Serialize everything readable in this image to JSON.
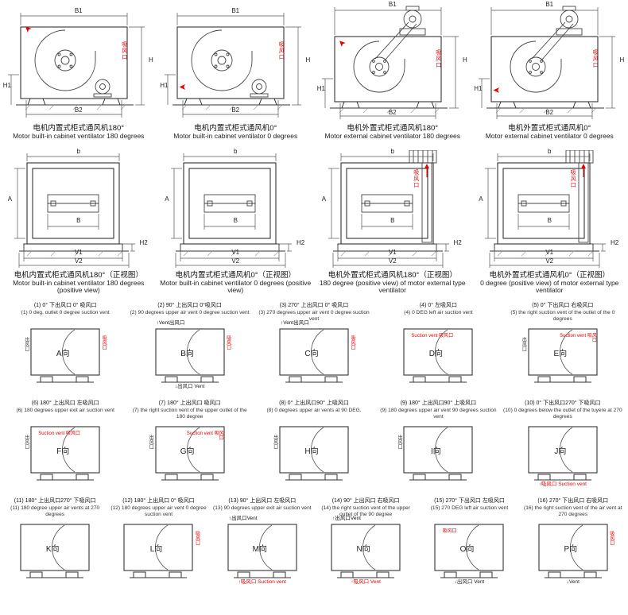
{
  "colors": {
    "accent_red": "#e60000",
    "line": "#333333",
    "background": "#ffffff"
  },
  "icons": {
    "red_arrow": "➤"
  },
  "row1": {
    "dims": {
      "top": "B1",
      "bottom": "B2",
      "right": "H",
      "left": "H1"
    },
    "suction_label": "吸风口",
    "panels": [
      {
        "cap_cn": "电机内置式柜式通风机180°",
        "cap_en": "Motor built-in cabinet ventilator 180 degrees"
      },
      {
        "cap_cn": "电机内置式柜式通风机0°",
        "cap_en": "Motor built-in cabinet ventilator 0 degrees"
      },
      {
        "cap_cn": "电机外置式柜式通风机180°",
        "cap_en": "Motor external cabinet ventilator 180 degrees"
      },
      {
        "cap_cn": "电机外置式柜式通风机0°",
        "cap_en": "Motor external cabinet ventilator 0 degrees"
      }
    ]
  },
  "row2": {
    "dims": {
      "top": "b",
      "left": "A",
      "inner": "B",
      "v1": "V1",
      "v2": "V2",
      "right": "H2"
    },
    "suction_label": "吸风口",
    "panels": [
      {
        "cap_cn": "电机内置式柜式通风机180°（正视图）",
        "cap_en": "Motor built-in cabinet ventilator 180 degrees (positive view)"
      },
      {
        "cap_cn": "电机内置式柜式通风机0°（正视图）",
        "cap_en": "Motor built-in cabinet ventilator 0 degrees (positive view)"
      },
      {
        "cap_cn": "电机外置式柜式通风机180°（正视图）",
        "cap_en": "180 degree (positive view) of motor external type ventilator"
      },
      {
        "cap_cn": "电机外置式柜式通风机0°（正视图）",
        "cap_en": "0 degree (positive view) of motor external type ventilator"
      }
    ]
  },
  "orientations": [
    {
      "cap_cn": "(1) 0° 下出风口 0° 吸风口",
      "cap_en": "(1) 0 deg. outlet 0 degree suction vent",
      "label": "A向",
      "left_v": "出风口",
      "right_v": "吸风口"
    },
    {
      "cap_cn": "(2) 90° 上出风口 0°吸风口",
      "cap_en": "(2) 90 degrees upper air vent 0 degree suction vent",
      "label": "B向",
      "top": "↑Vent出风口",
      "right_v": "吸风口",
      "bottom": "↓出风口 Vent"
    },
    {
      "cap_cn": "(3) 270° 上出风口 0° 吸风口",
      "cap_en": "(3) 270 degrees upper air vent 0 degree suction vent",
      "label": "C向",
      "top": "↑Vent出风口",
      "right_v": "吸风口"
    },
    {
      "cap_cn": "(4) 0° 左吸风口",
      "cap_en": "(4) 0 DEG left air suction vent",
      "label": "D向",
      "inside": "Suction vent 吸风口"
    },
    {
      "cap_cn": "(5) 0° 下出风口 右吸风口",
      "cap_en": "(5) the right suction vent of the outlet of the 0 degrees",
      "label": "E向",
      "left_v": "出风口",
      "inside": "Suction vent 吸风口"
    },
    {
      "cap_cn": "(6) 180° 上出风口 左吸风口",
      "cap_en": "(6) 180 degrees upper exit air suction vent",
      "label": "F向",
      "left_v": "出风口",
      "inside": "Suction vent 吸风口"
    },
    {
      "cap_cn": "(7) 180° 上出风口 吸风口",
      "cap_en": "(7) the right suction vent of the upper outlet of the 180 degree",
      "label": "G向",
      "left_v": "出风口",
      "inside": "Suction vent 吸风口"
    },
    {
      "cap_cn": "(8) 0° 上出风口90° 上吸风口",
      "cap_en": "(8) 0 degrees upper air vents at 90 DEG.",
      "label": "H向",
      "left_v": "出风口"
    },
    {
      "cap_cn": "(9) 180° 上出风口90° 上吸风口",
      "cap_en": "(9) 180 degrees upper air vent 90 degrees suction vent",
      "label": "I向",
      "left_v": "出风口"
    },
    {
      "cap_cn": "(10) 0° 下出风口270° 下吸风口",
      "cap_en": "(10) 0 degrees below the outlet of the tuyere at 270 degrees",
      "label": "J向",
      "bottom": "↑吸风口 Suction vent"
    },
    {
      "cap_cn": "(11) 180° 上出风口270° 下吸风口",
      "cap_en": "(11) 180 degree upper air vents at 270 degrees",
      "label": "K向"
    },
    {
      "cap_cn": "(12) 180° 上出风口 0° 吸风口",
      "cap_en": "(12) 180 degrees upper air vent 0 degree suction vent",
      "label": "L向",
      "right_v": "吸风口"
    },
    {
      "cap_cn": "(13) 90° 上出风口 左吸风口",
      "cap_en": "(13) 90 degrees upper exit air suction vent",
      "label": "M向",
      "top": "↑出风口Vent",
      "bottom": "↑吸风口 Suction vent"
    },
    {
      "cap_cn": "(14) 90° 上出风口 右吸风口",
      "cap_en": "(14) the right suction vent of the upper outlet of the 90 degree",
      "label": "N向",
      "top": "↑出风口Vent",
      "bottom": "↑吸风口 Vent"
    },
    {
      "cap_cn": "(15) 270° 下出风口 左吸风口",
      "cap_en": "(15) 270 DEG left air suction vent",
      "label": "O向",
      "inside": "吸风口",
      "bottom": "↓出风口 Vent"
    },
    {
      "cap_cn": "(16) 270° 下出风口 右吸风口",
      "cap_en": "(16) the right suction vent of the air vent at 270 degrees",
      "label": "P向",
      "right_v": "吸风口",
      "bottom": "↓Vent"
    }
  ]
}
